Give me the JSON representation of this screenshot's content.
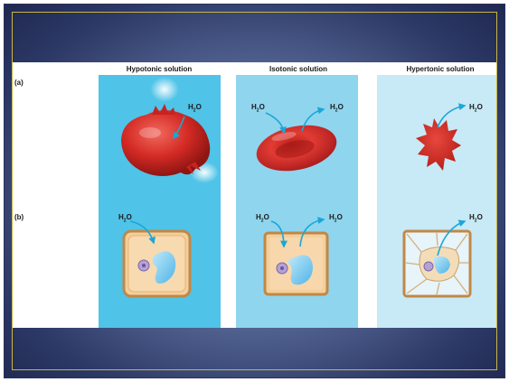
{
  "figure": {
    "columns": [
      {
        "title": "Hypotonic solution",
        "panel_color": "#4fc3e8"
      },
      {
        "title": "Isotonic solution",
        "panel_color": "#8fd5ee"
      },
      {
        "title": "Hypertonic solution",
        "panel_color": "#c8e9f6"
      }
    ],
    "rows": [
      {
        "label": "(a)",
        "subject": "red-blood-cell"
      },
      {
        "label": "(b)",
        "subject": "plant-cell"
      }
    ],
    "water_label": {
      "text": "H",
      "sub": "2",
      "tail": "O"
    },
    "arrow_color": "#1ba7d8",
    "cell_color": "#d42a25"
  }
}
